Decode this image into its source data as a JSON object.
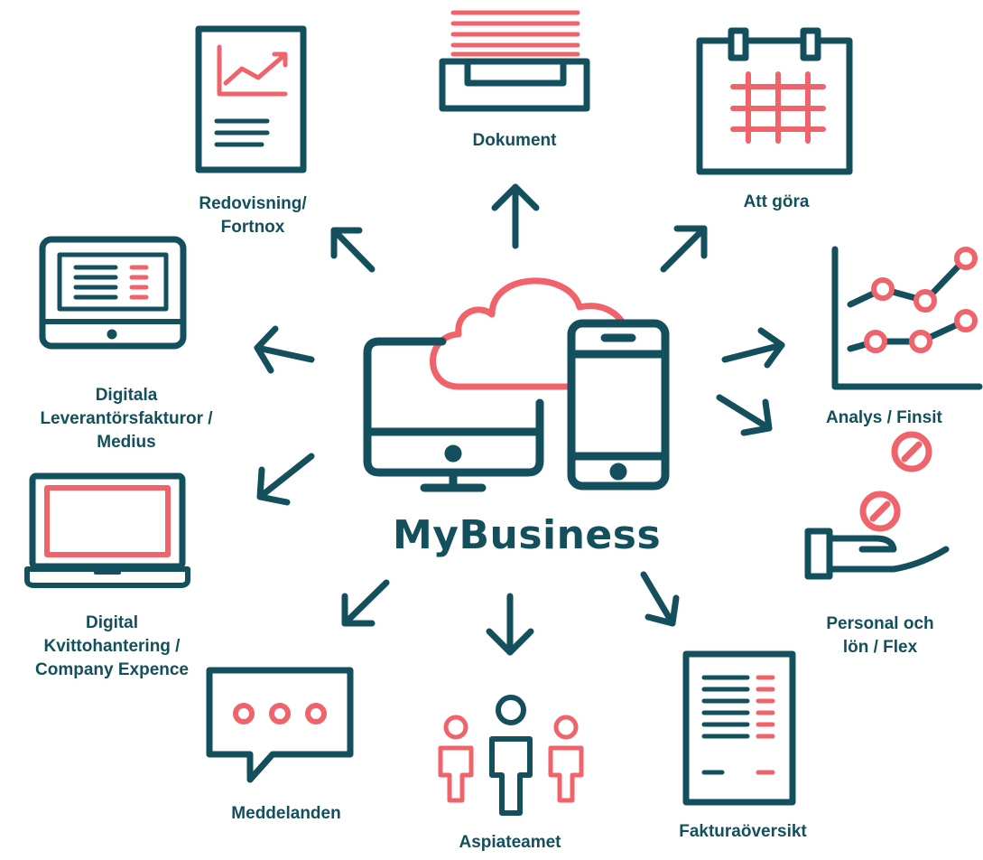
{
  "colors": {
    "primary": "#134f5c",
    "accent": "#f0636b",
    "background": "#ffffff"
  },
  "center": {
    "title": "MyBusiness",
    "icon": "cloud-devices-icon"
  },
  "nodes": [
    {
      "id": "dokument",
      "icon": "document-tray-icon",
      "lines": [
        "Dokument"
      ]
    },
    {
      "id": "att-gora",
      "icon": "calendar-icon",
      "lines": [
        "Att göra"
      ]
    },
    {
      "id": "analys",
      "icon": "line-chart-icon",
      "lines": [
        "Analys / Finsit"
      ]
    },
    {
      "id": "personal",
      "icon": "hand-coins-icon",
      "lines": [
        "Personal och",
        "lön / Flex"
      ]
    },
    {
      "id": "faktura",
      "icon": "invoice-icon",
      "lines": [
        "Fakturaöversikt"
      ]
    },
    {
      "id": "aspiateamet",
      "icon": "team-icon",
      "lines": [
        "Aspiateamet"
      ]
    },
    {
      "id": "meddelanden",
      "icon": "chat-bubble-icon",
      "lines": [
        "Meddelanden"
      ]
    },
    {
      "id": "kvitto",
      "icon": "laptop-icon",
      "lines": [
        "Digital",
        "Kvittohantering /",
        "Company Expence"
      ]
    },
    {
      "id": "leverantor",
      "icon": "monitor-list-icon",
      "lines": [
        "Digitala",
        "Leverantörsfakturor /",
        "Medius"
      ]
    },
    {
      "id": "redovisning",
      "icon": "report-chart-icon",
      "lines": [
        "Redovisning/",
        "Fortnox"
      ]
    }
  ]
}
